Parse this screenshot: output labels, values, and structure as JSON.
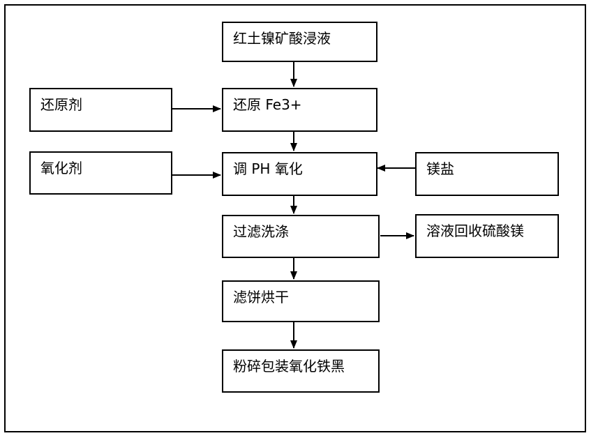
{
  "diagram": {
    "nodes": {
      "leachate": "红土镍矿酸浸液",
      "reducing_agent": "还原剂",
      "reduce_fe3": "还原 Fe3+",
      "oxidant": "氧化剂",
      "adjust_ph_oxidize": "调 PH 氧化",
      "magnesium_salt": "镁盐",
      "filter_wash": "过滤洗涤",
      "solution_recovery": "溶液回收硫酸镁",
      "filter_cake_dry": "滤饼烘干",
      "crush_package": "粉碎包装氧化铁黑"
    },
    "edges": [
      {
        "from": "leachate",
        "to": "reduce_fe3"
      },
      {
        "from": "reducing_agent",
        "to": "reduce_fe3"
      },
      {
        "from": "reduce_fe3",
        "to": "adjust_ph_oxidize"
      },
      {
        "from": "oxidant",
        "to": "adjust_ph_oxidize"
      },
      {
        "from": "magnesium_salt",
        "to": "adjust_ph_oxidize"
      },
      {
        "from": "adjust_ph_oxidize",
        "to": "filter_wash"
      },
      {
        "from": "filter_wash",
        "to": "solution_recovery"
      },
      {
        "from": "filter_wash",
        "to": "filter_cake_dry"
      },
      {
        "from": "filter_cake_dry",
        "to": "crush_package"
      }
    ]
  }
}
